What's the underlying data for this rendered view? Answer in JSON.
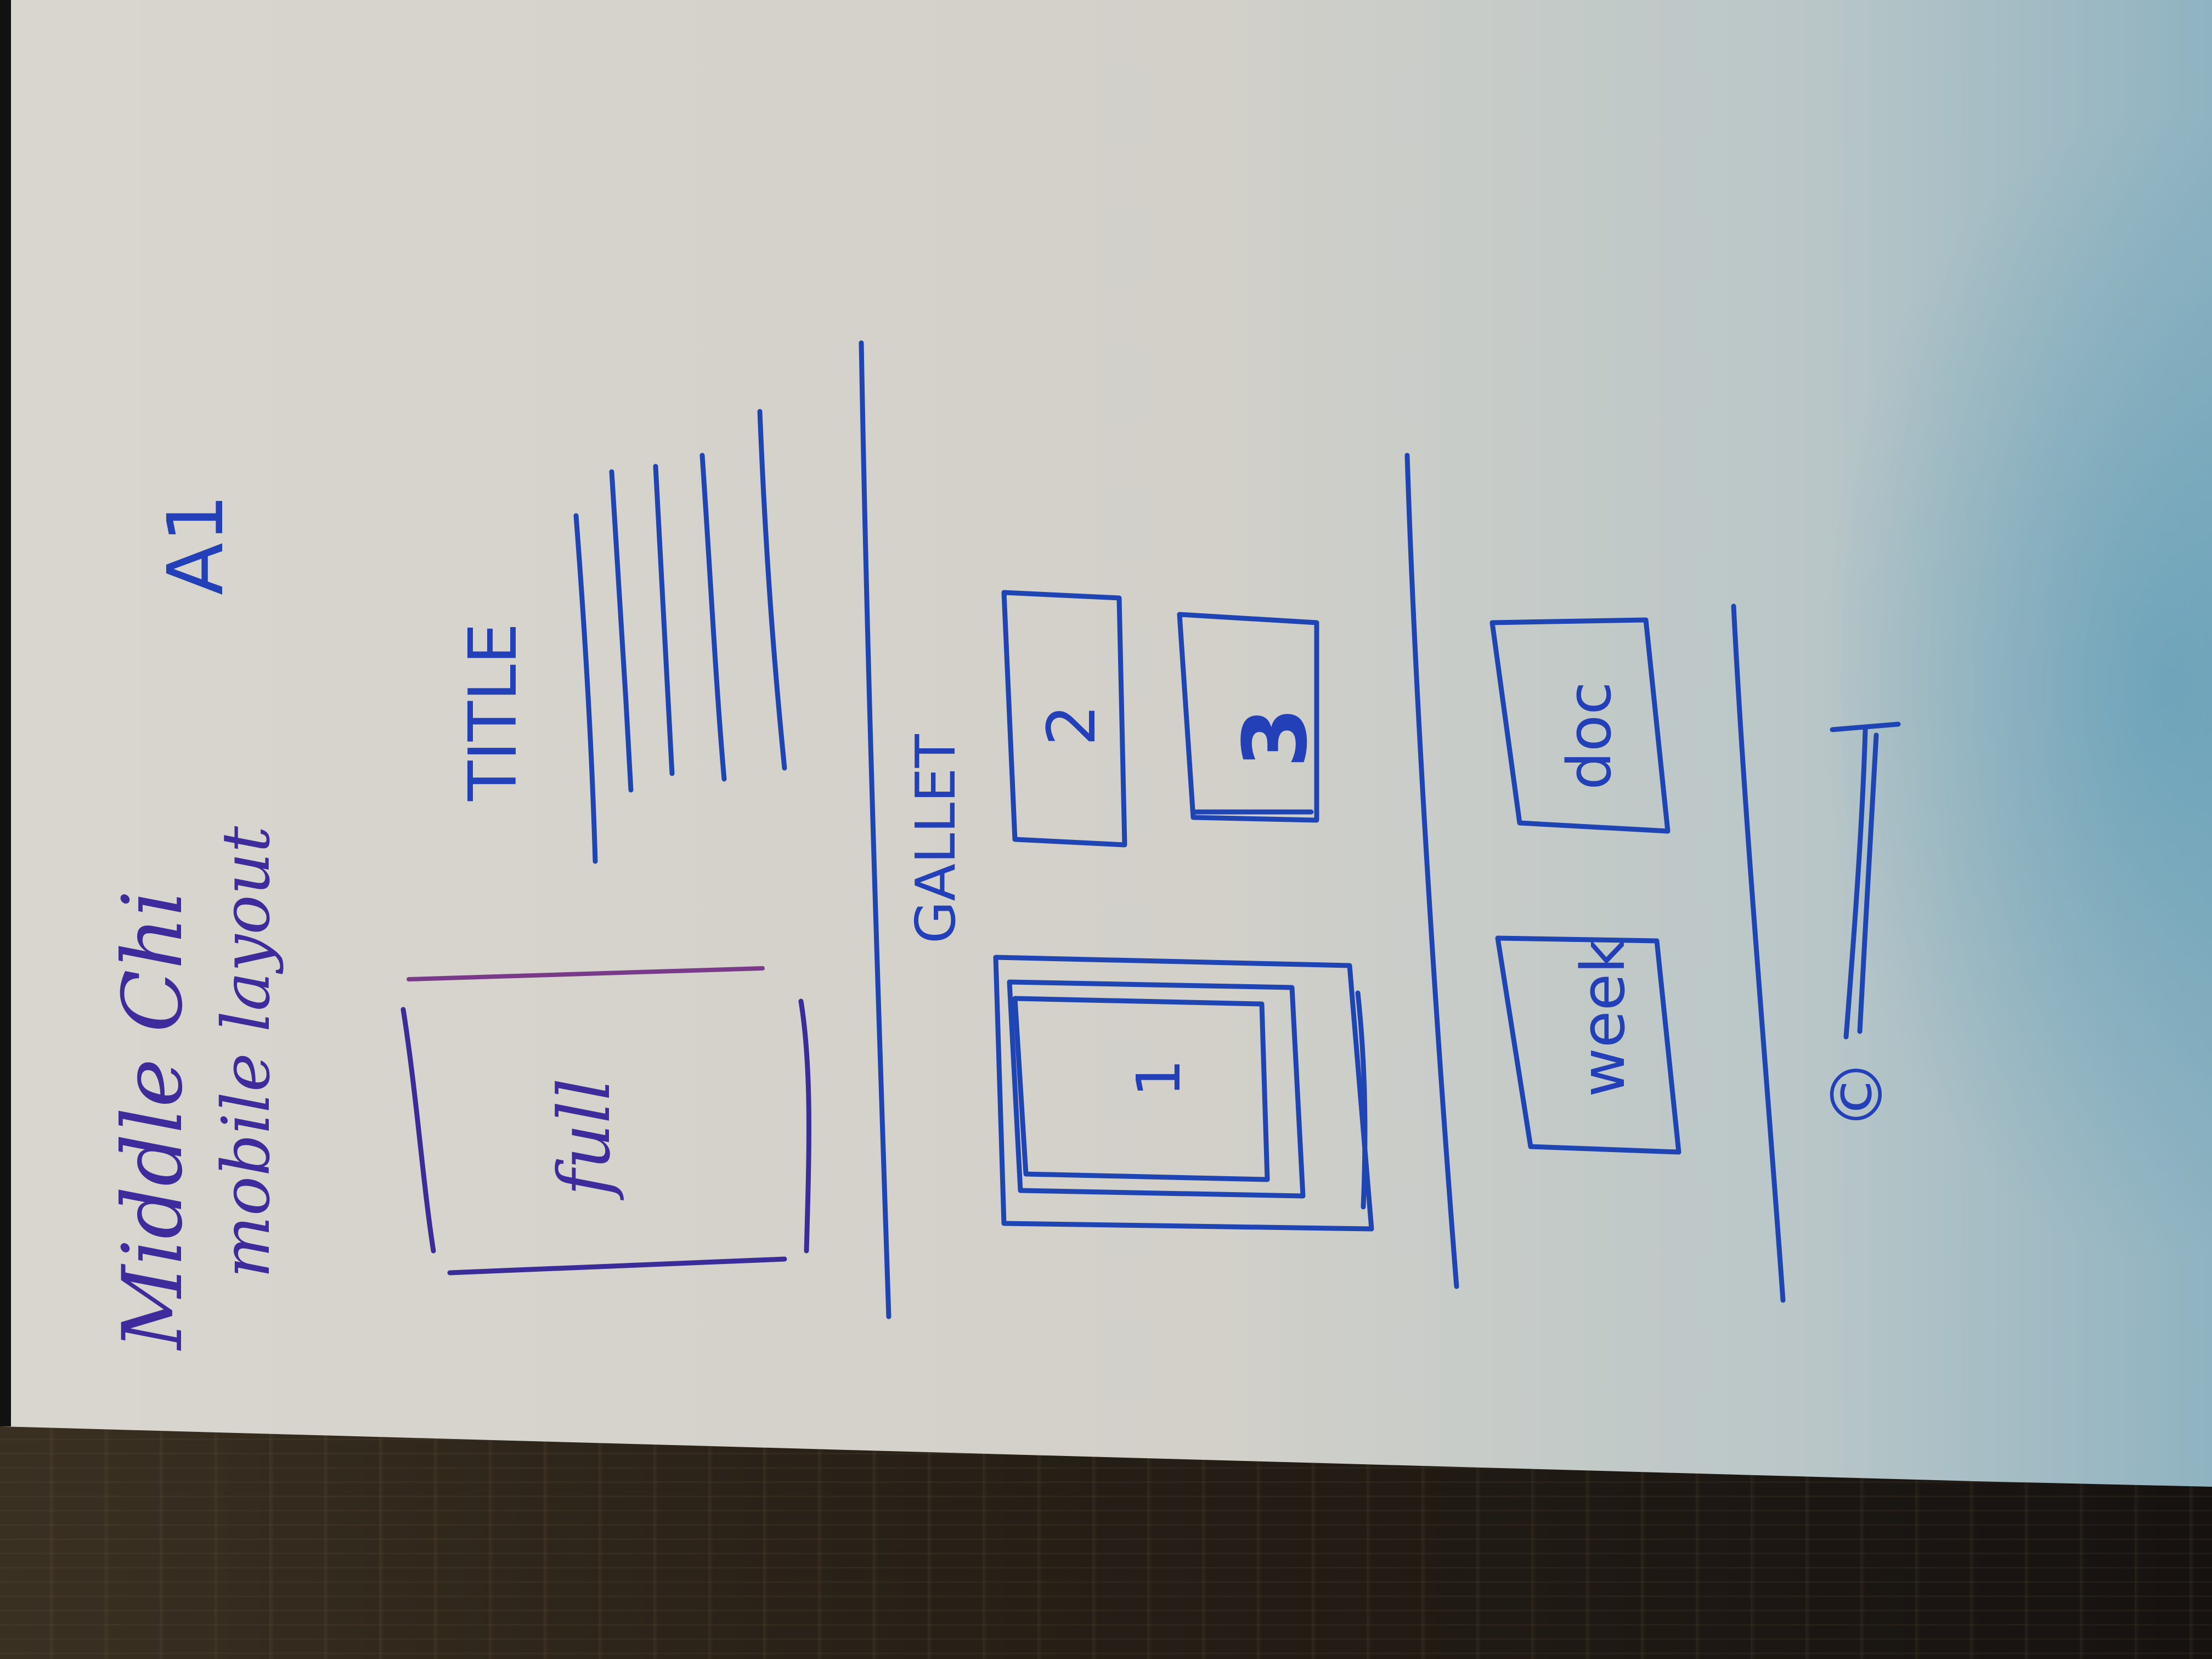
{
  "sketch": {
    "header_title": "Middle Chi",
    "header_subtitle": "mobile layout",
    "page_label": "A1",
    "hero_label": "full",
    "title_label": "TITLE",
    "gallery_label": "GALLET",
    "gallery_items": [
      "1",
      "2",
      "3"
    ],
    "nav_items": [
      "week",
      "doc"
    ],
    "footer_symbol": "©"
  },
  "colors": {
    "ink_blue": "#1f45b5",
    "ink_purple": "#3a2d9a",
    "paper": "#d6d3cc",
    "table": "#2a2218"
  }
}
